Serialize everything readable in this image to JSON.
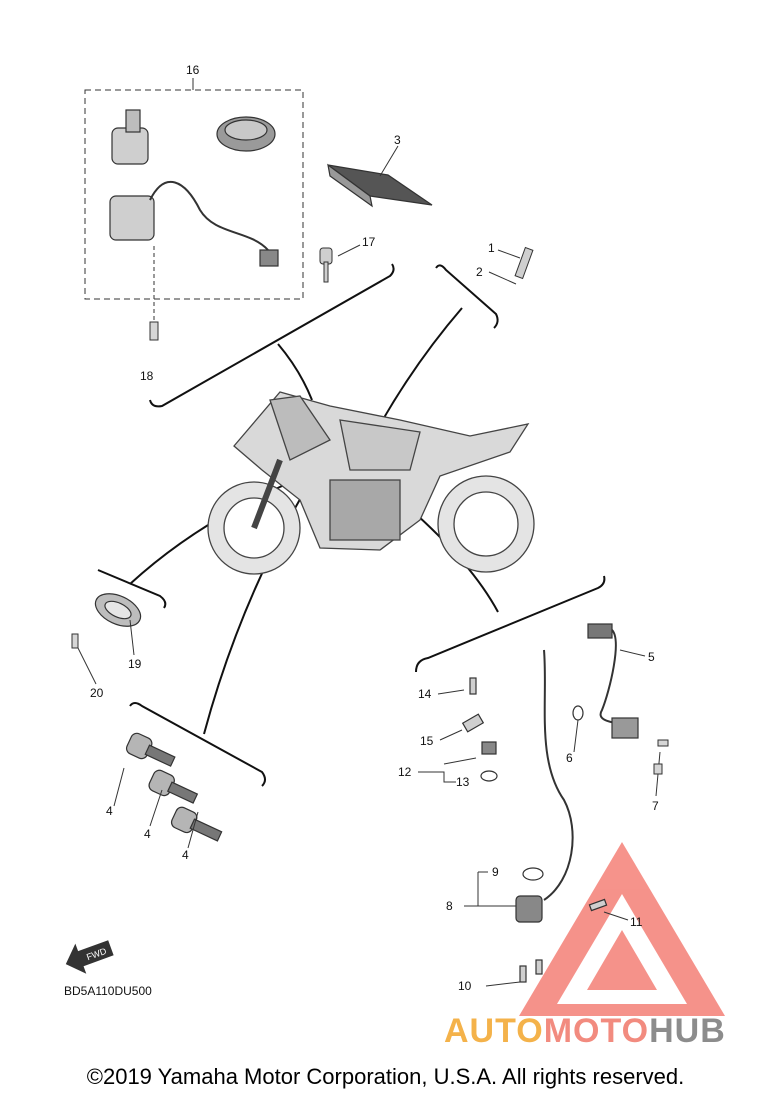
{
  "labels": {
    "l1": "1",
    "l2": "2",
    "l3": "3",
    "l4a": "4",
    "l4b": "4",
    "l4c": "4",
    "l5": "5",
    "l6": "6",
    "l7": "7",
    "l8": "8",
    "l9": "9",
    "l10": "10",
    "l11": "11",
    "l12": "12",
    "l13": "13",
    "l14": "14",
    "l15": "15",
    "l16": "16",
    "l17": "17",
    "l18": "18",
    "l19": "19",
    "l20": "20"
  },
  "arrow_badge": "FWD",
  "diagram_code": "BD5A110DU500",
  "watermark": {
    "part1": "AUTO",
    "part2": "MOTO",
    "part3": "HUB"
  },
  "copyright": "©2019 Yamaha Motor Corporation, U.S.A. All rights reserved.",
  "colors": {
    "watermark_red": "#ee3a2c",
    "watermark_orange": "#f4b24a",
    "watermark_gray": "#8c8c8c"
  }
}
